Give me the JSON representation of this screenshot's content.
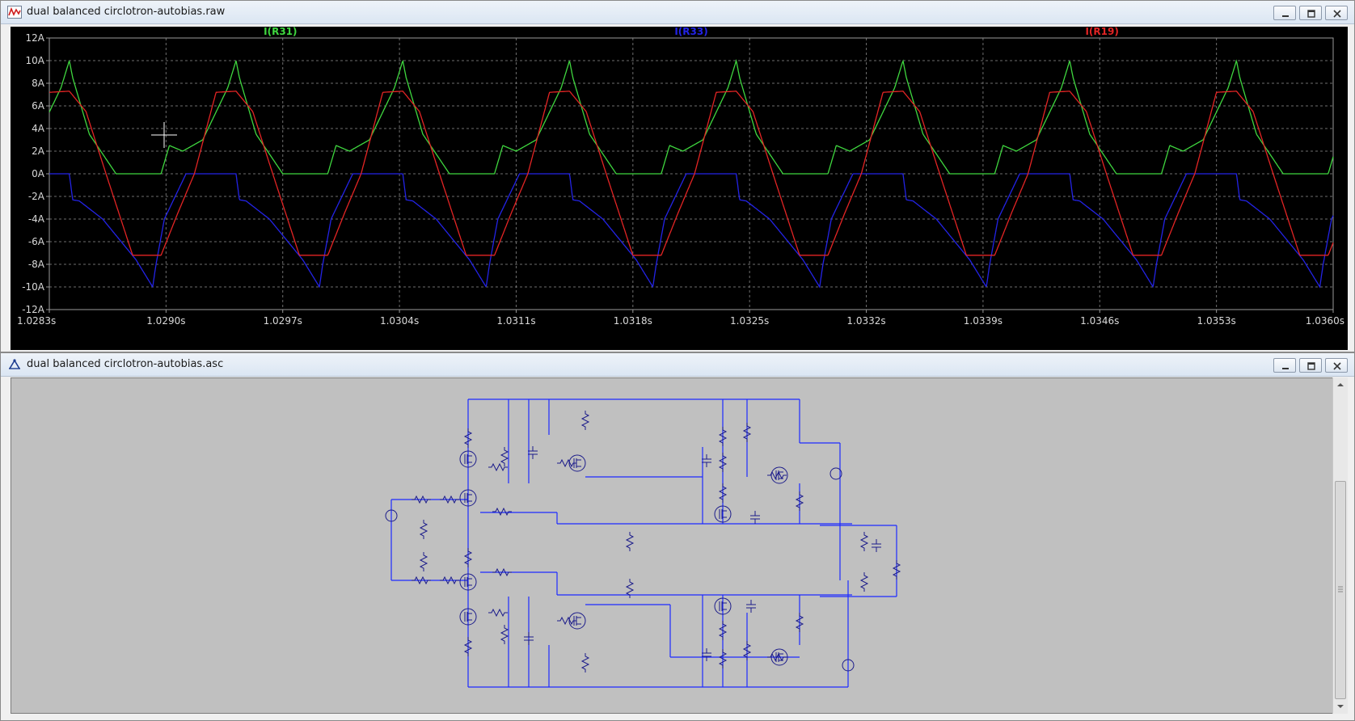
{
  "waveform_window": {
    "title": "dual balanced circlotron-autobias.raw",
    "icon": "waveform-viewer-icon",
    "buttons": [
      "minimize-icon",
      "maximize-icon",
      "close-icon"
    ]
  },
  "schematic_window": {
    "title": "dual balanced circlotron-autobias.asc",
    "icon": "schematic-editor-icon",
    "buttons": [
      "minimize-icon",
      "maximize-icon",
      "close-icon"
    ]
  },
  "colors": {
    "plot_background": "#000000",
    "grid": "#6e6e6e",
    "axis_text": "#d9d9d9",
    "wire": "#1c2bff",
    "component": "#1b1b8a",
    "schematic_background": "#c0c0c0"
  },
  "chart_data": {
    "type": "line",
    "xlabel": "",
    "ylabel": "",
    "xlim": [
      1.0283,
      1.036
    ],
    "ylim": [
      -12,
      12
    ],
    "x_unit": "s",
    "y_unit": "A",
    "grid": true,
    "x_ticks": [
      "1.0283s",
      "1.0290s",
      "1.0297s",
      "1.0304s",
      "1.0311s",
      "1.0318s",
      "1.0325s",
      "1.0332s",
      "1.0339s",
      "1.0346s",
      "1.0353s",
      "1.0360s"
    ],
    "y_ticks": [
      "12A",
      "10A",
      "8A",
      "6A",
      "4A",
      "2A",
      "0A",
      "-2A",
      "-4A",
      "-6A",
      "-8A",
      "-10A",
      "-12A"
    ],
    "period_s": 0.001,
    "first_peak_s": 1.02842,
    "series": [
      {
        "name": "I(R31)",
        "color": "#3fd73f",
        "shape_phase": [
          0,
          0.02,
          0.12,
          0.28,
          0.3,
          0.36,
          0.5,
          0.55,
          0.6,
          0.68,
          0.8,
          0.95,
          1.0
        ],
        "shape_value": [
          10.0,
          8.5,
          3.5,
          0.0,
          0.0,
          0.0,
          0.0,
          0.0,
          2.5,
          2.0,
          3.0,
          7.6,
          10.0
        ]
      },
      {
        "name": "I(R33)",
        "color": "#2323e6",
        "shape_phase": [
          0,
          0.02,
          0.06,
          0.2,
          0.4,
          0.5,
          0.52,
          0.57,
          0.7,
          0.8,
          0.9,
          0.95,
          1.0
        ],
        "shape_value": [
          0.0,
          -2.3,
          -2.4,
          -4.0,
          -7.6,
          -10.0,
          -8.0,
          -4.0,
          0.0,
          0.0,
          0.0,
          0.0,
          0.0
        ]
      },
      {
        "name": "I(R19)",
        "color": "#e32424",
        "shape_phase": [
          0,
          0.1,
          0.22,
          0.38,
          0.55,
          0.65,
          0.75,
          0.88,
          1.0
        ],
        "shape_value": [
          7.3,
          5.5,
          0.0,
          -7.2,
          -7.2,
          -3.5,
          0.0,
          7.2,
          7.3
        ]
      }
    ]
  }
}
